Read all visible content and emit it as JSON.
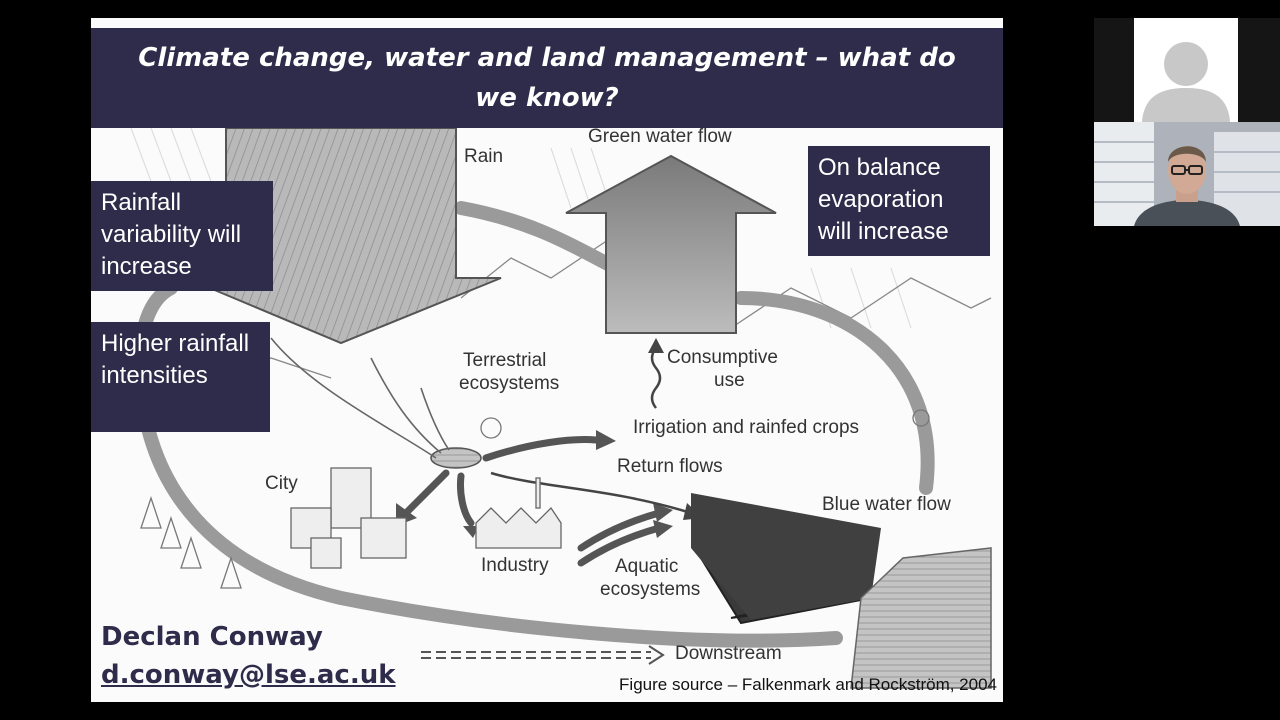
{
  "slide": {
    "title": "Climate change, water and land management – what do we know?",
    "callouts": {
      "rainfall_variability": "Rainfall variability will increase",
      "rainfall_intensities": "Higher rainfall intensities",
      "evaporation": "On balance evaporation will increase"
    },
    "figure_labels": {
      "rain": "Rain",
      "green_water_flow": "Green water flow",
      "terrestrial": "Terrestrial",
      "ecosystems_1": "ecosystems",
      "consumptive": "Consumptive",
      "use": "use",
      "irrigation": "Irrigation and rainfed crops",
      "return_flows": "Return flows",
      "city": "City",
      "blue_water_flow": "Blue water flow",
      "industry": "Industry",
      "aquatic": "Aquatic",
      "ecosystems_2": "ecosystems",
      "downstream": "Downstream"
    },
    "author_name": "Declan Conway",
    "author_email": "d.conway@lse.ac.uk",
    "figure_source": "Figure source – Falkenmark and Rockström, 2004"
  },
  "colors": {
    "title_bar": "#2e2c4a",
    "callout_bg": "#2e2c4a",
    "author_text": "#2e2c4a"
  },
  "participants": [
    {
      "type": "avatar-placeholder"
    },
    {
      "type": "camera-feed"
    }
  ]
}
